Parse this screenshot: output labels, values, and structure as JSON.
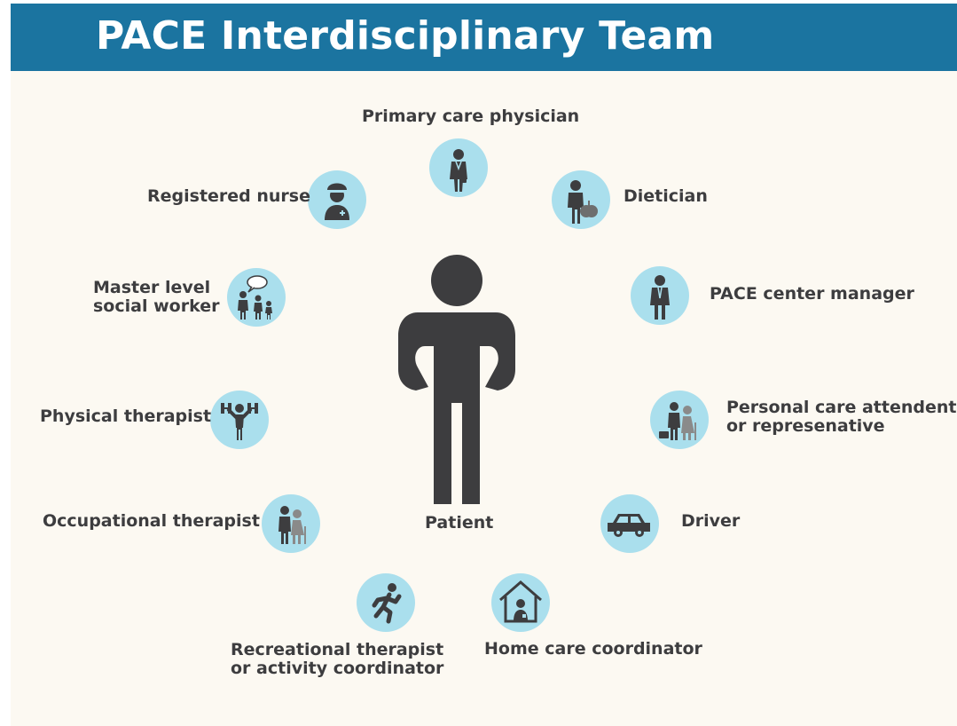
{
  "title": "PACE Interdisciplinary Team",
  "center": {
    "label": "Patient",
    "icon": "patient-person-icon"
  },
  "colors": {
    "header": "#1b74a0",
    "background": "#fcf9f2",
    "circle": "#aadfed",
    "icon": "#3d3d3f",
    "text": "#3d3d3f"
  },
  "roles": [
    {
      "id": "primary-care-physician",
      "label": "Primary care physician",
      "icon": "doctor-icon"
    },
    {
      "id": "dietician",
      "label": "Dietician",
      "icon": "person-with-apple-icon"
    },
    {
      "id": "pace-center-manager",
      "label": "PACE center manager",
      "icon": "manager-suit-icon"
    },
    {
      "id": "personal-care-attendent",
      "label_line1": "Personal care attendent",
      "label_line2": "or represenative",
      "icon": "caregiver-with-elder-icon"
    },
    {
      "id": "driver",
      "label": "Driver",
      "icon": "car-icon"
    },
    {
      "id": "home-care-coordinator",
      "label": "Home care coordinator",
      "icon": "house-with-nurse-icon"
    },
    {
      "id": "recreational-therapist",
      "label_line1": "Recreational therapist",
      "label_line2": "or activity coordinator",
      "icon": "running-person-icon"
    },
    {
      "id": "occupational-therapist",
      "label": "Occupational therapist",
      "icon": "helper-with-elder-icon"
    },
    {
      "id": "physical-therapist",
      "label": "Physical therapist",
      "icon": "dumbbell-person-icon"
    },
    {
      "id": "social-worker",
      "label_line1": "Master level",
      "label_line2": "social worker",
      "icon": "family-speech-bubble-icon"
    },
    {
      "id": "registered-nurse",
      "label": "Registered nurse",
      "icon": "nurse-icon"
    }
  ]
}
